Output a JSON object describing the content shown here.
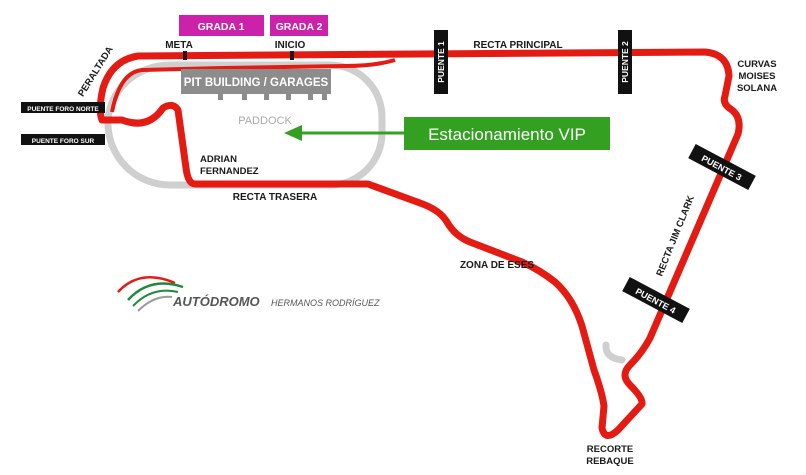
{
  "grandstands": {
    "grada1": "GRADA 1",
    "grada2": "GRADA 2"
  },
  "track_labels": {
    "meta": "META",
    "inicio": "INICIO",
    "peraltada": "PERALTADA",
    "recta_principal": "RECTA PRINCIPAL",
    "curvas_moises_solana": [
      "CURVAS",
      "MOISES",
      "SOLANA"
    ],
    "adrian_fernandez": [
      "ADRIAN",
      "FERNANDEZ"
    ],
    "recta_trasera": "RECTA TRASERA",
    "zona_de_eses": "ZONA DE ESES",
    "recta_jim_clark": "RECTA JIM CLARK",
    "recorte_rebaque": [
      "RECORTE",
      "REBAQUE"
    ]
  },
  "bridges": {
    "puente1": "PUENTE 1",
    "puente2": "PUENTE 2",
    "puente3": "PUENTE 3",
    "puente4": "PUENTE 4",
    "foro_norte": "PUENTE FORO NORTE",
    "foro_sur": "PUENTE FORO SUR"
  },
  "facilities": {
    "pit_building": "PIT BUILDING / GARAGES",
    "paddock": "PADDOCK"
  },
  "callout": {
    "text": "Estacionamiento VIP"
  },
  "logo": {
    "name": "AUTÓDROMO",
    "subtitle": "HERMANOS RODRÍGUEZ"
  },
  "colors": {
    "track": "#e41b13",
    "grandstand": "#cc22aa",
    "callout_bg": "#34a021",
    "pit": "#8c8c8c",
    "paddock_loop": "#cfcfcf"
  }
}
